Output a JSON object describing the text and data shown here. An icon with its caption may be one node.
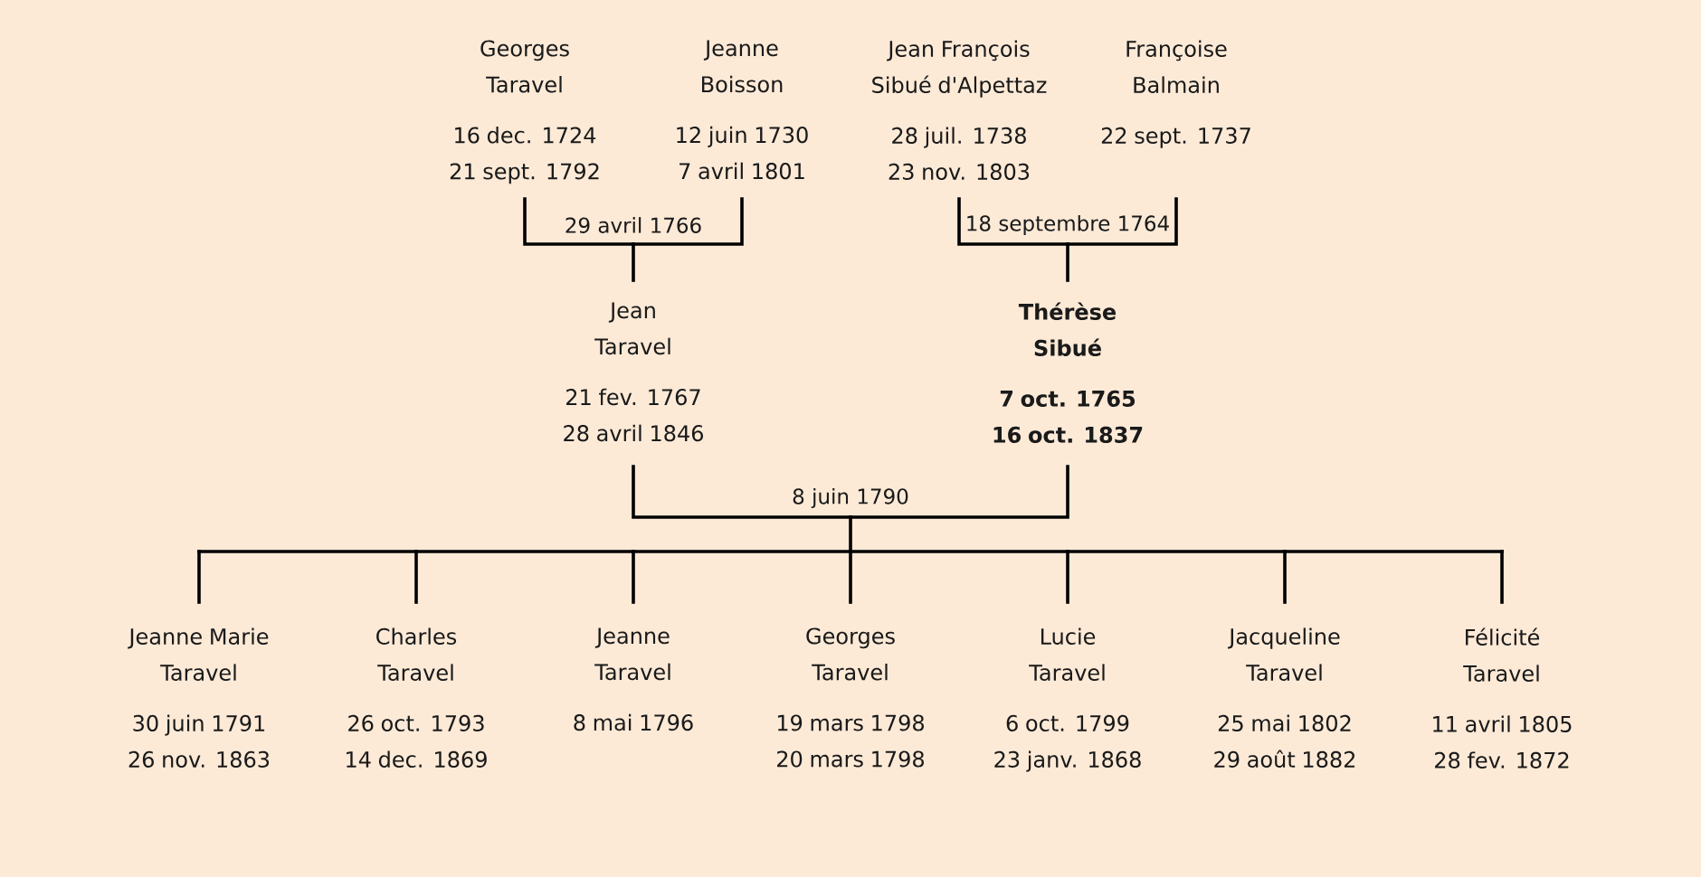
{
  "diagram": {
    "nodes": [
      {
        "text": [
          "Georges Taravel",
          "16 dec. 1724",
          "21 sept. 1792"
        ]
      },
      {
        "text": [
          "Jeanne Boisson",
          "12 juin 1730",
          "7 avril 1801"
        ]
      },
      {
        "text": [
          "Jean François Sibué d'Alpettaz",
          "28 juil. 1738",
          "23 nov. 1803"
        ]
      },
      {
        "text": [
          "Françoise Balmain",
          "22 sept. 1737"
        ]
      },
      {
        "text": [
          "Jean Taravel",
          "21 fev. 1767",
          "28 avril 1846"
        ]
      },
      {
        "text": [
          "Thérèse Sibué",
          "7 oct. 1765",
          "16 oct. 1837"
        ]
      },
      {
        "text": [
          "Jeanne Marie Taravel",
          "30 juin 1791",
          "26 nov. 1863"
        ]
      },
      {
        "text": [
          "Charles Taravel",
          "26 oct. 1793",
          "14 dec. 1869"
        ]
      },
      {
        "text": [
          "Jeanne Taravel",
          "8 mai 1796"
        ]
      },
      {
        "text": [
          "Georges Taravel",
          "19 mars 1798",
          "20 mars 1798"
        ]
      },
      {
        "text": [
          "Lucie Taravel",
          "6 oct. 1799",
          "23 janv. 1868"
        ]
      },
      {
        "text": [
          "Jacqueline Taravel",
          "25 mai 1802",
          "29 août 1882"
        ]
      },
      {
        "text": [
          "Félicité Taravel",
          "11 avril 1805",
          "28 fev. 1872"
        ]
      }
    ],
    "edges": [
      {
        "from": 0,
        "to": 4,
        "arrow": "none",
        "label": "29 avril 1766"
      },
      {
        "from": 1,
        "to": 4,
        "arrow": "none"
      },
      {
        "from": 2,
        "to": 5,
        "arrow": "none",
        "label": "18 septembre 1764"
      },
      {
        "from": 3,
        "to": 5,
        "arrow": "none"
      },
      {
        "from": 4,
        "to": 6,
        "arrow": "none",
        "label": "8 juin 1790"
      },
      {
        "from": 4,
        "to": 7,
        "arrow": "none"
      },
      {
        "from": 4,
        "to": 8,
        "arrow": "none"
      },
      {
        "from": 4,
        "to": 9,
        "arrow": "none"
      },
      {
        "from": 4,
        "to": 10,
        "arrow": "none"
      },
      {
        "from": 4,
        "to": 11,
        "arrow": "none"
      },
      {
        "from": 4,
        "to": 12,
        "arrow": "none"
      },
      {
        "from": 5,
        "to": 6,
        "arrow": "none"
      },
      {
        "from": 5,
        "to": 7,
        "arrow": "none"
      },
      {
        "from": 5,
        "to": 8,
        "arrow": "none"
      },
      {
        "from": 5,
        "to": 9,
        "arrow": "none"
      },
      {
        "from": 5,
        "to": 10,
        "arrow": "none"
      },
      {
        "from": 5,
        "to": 11,
        "arrow": "none"
      },
      {
        "from": 5,
        "to": 12,
        "arrow": "none"
      }
    ]
  }
}
